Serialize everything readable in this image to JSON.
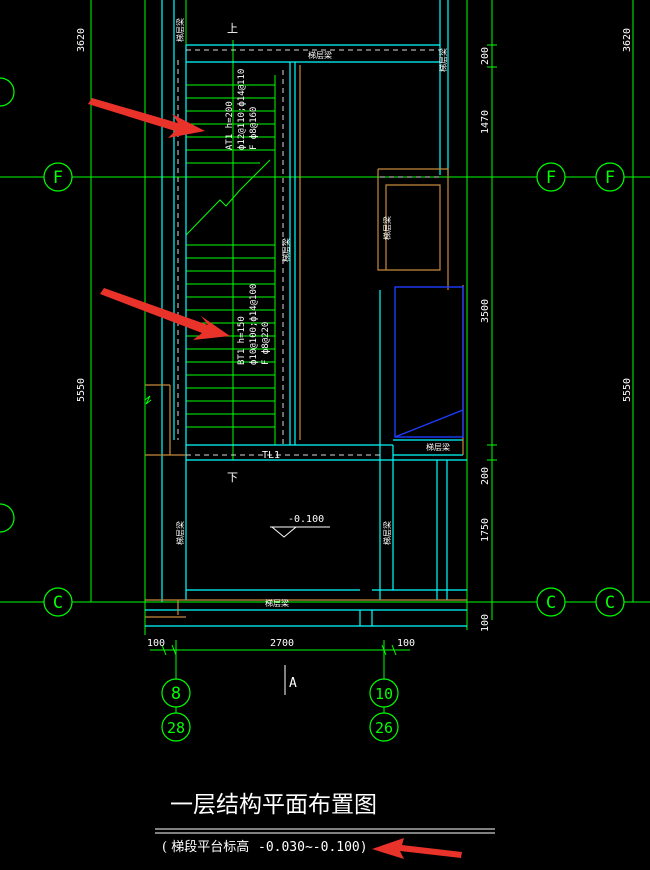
{
  "drawing": {
    "title": "一层结构平面布置图",
    "note_prefix": "( 梯段平台标高",
    "note_value": "-0.030~-0.100)",
    "level_label": "-0.100",
    "beam_label": "TL1",
    "up_label": "上",
    "down_label": "下",
    "section_mark": "A"
  },
  "axes": {
    "F_left": "F",
    "F_mid": "F",
    "F_right": "F",
    "C_left": "C",
    "C_mid": "C",
    "C_right": "C",
    "bottom_left_top": "8",
    "bottom_left_bottom": "28",
    "bottom_right_top": "10",
    "bottom_right_bottom": "26"
  },
  "dimensions": {
    "left_top": "3620",
    "left_bottom": "5550",
    "right_top": "3620",
    "right_bottom": "5550",
    "inner_200_top": "200",
    "inner_1470": "1470",
    "inner_3500": "3500",
    "inner_200_mid": "200",
    "inner_1750": "1750",
    "inner_100": "100",
    "bottom_100_left": "100",
    "bottom_2700": "2700",
    "bottom_100_right": "100"
  },
  "stair_labels": {
    "at1_a": "AT1 h=200",
    "at1_b": "ф12@110;ф14@110",
    "at1_c": "F ф8@160",
    "bt1_a": "BT1 h=150",
    "bt1_b": "ф10@100;ф14@100",
    "bt1_c": "F ф8@220"
  },
  "beam_texts": {
    "top": "梯层梁",
    "mid": "梯层梁",
    "bottom": "梯层梁",
    "v1": "梯层梁",
    "v2": "梯层梁",
    "v3": "梯层梁",
    "v4": "梯层梁",
    "v5": "梯层梁"
  },
  "colors": {
    "background": "#000000",
    "grid": "#00ff00",
    "wall": "#00ffff",
    "white": "#ffffff",
    "orange": "#c88a3c",
    "blue": "#1e3cff",
    "arrow": "#e8322a"
  }
}
